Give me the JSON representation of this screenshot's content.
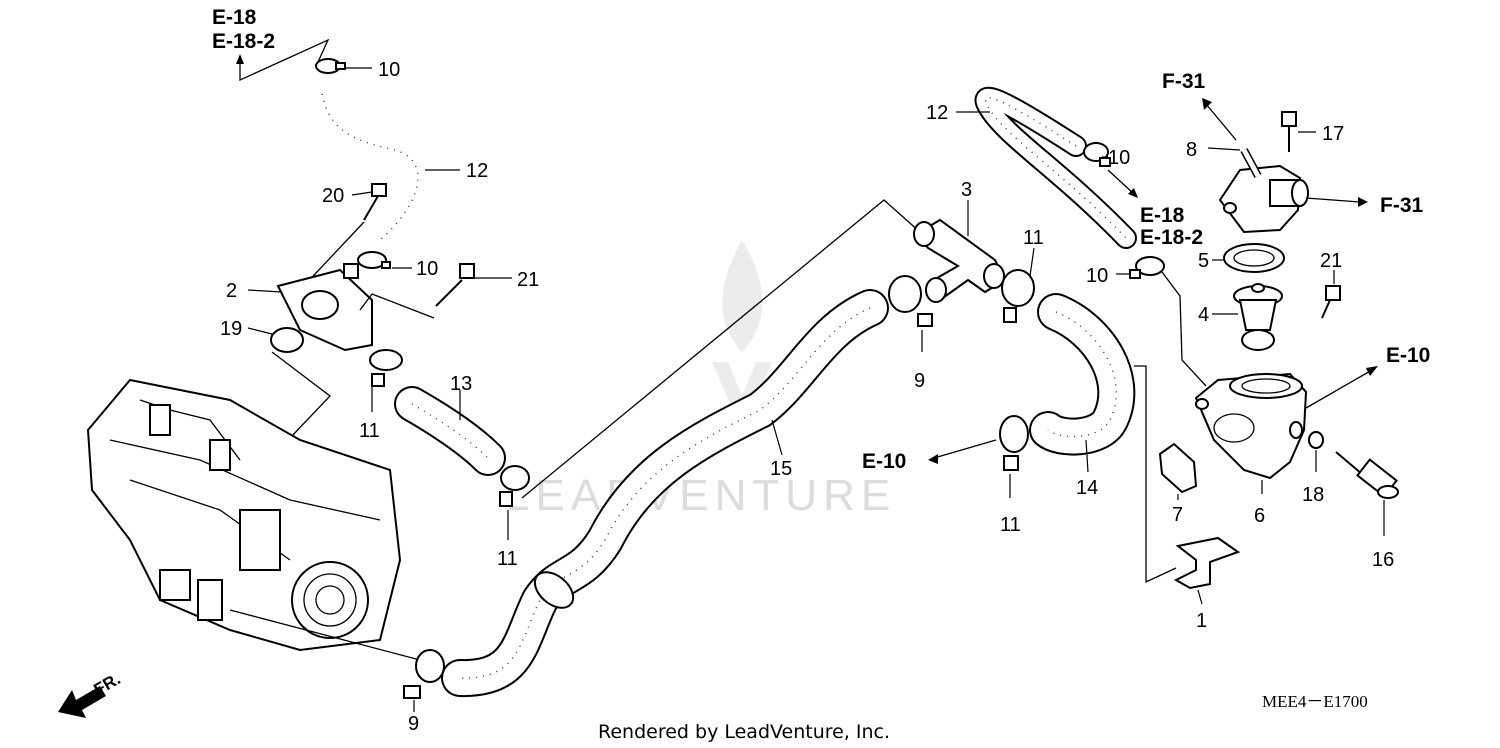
{
  "diagram": {
    "references": {
      "e18": "E-18",
      "e18_2": "E-18-2",
      "f31": "F-31",
      "e10": "E-10"
    },
    "callouts": {
      "c1": "1",
      "c2": "2",
      "c3": "3",
      "c4": "4",
      "c5": "5",
      "c6": "6",
      "c7": "7",
      "c8": "8",
      "c9": "9",
      "c10": "10",
      "c11": "11",
      "c12": "12",
      "c13": "13",
      "c14": "14",
      "c15": "15",
      "c16": "16",
      "c17": "17",
      "c18": "18",
      "c19": "19",
      "c20": "20",
      "c21": "21"
    },
    "front_label": "FR.",
    "diagram_code": "MEE4－E1700",
    "watermark_text": "LEADVENTURE",
    "footer": "Rendered by LeadVenture, Inc."
  }
}
